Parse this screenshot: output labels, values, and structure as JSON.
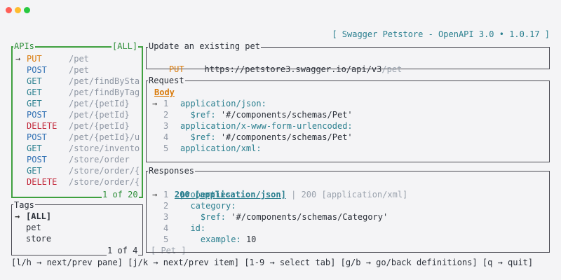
{
  "window": {
    "controls": [
      "#ff5f57",
      "#febc2e",
      "#28c840"
    ]
  },
  "header": {
    "title": "[ Swagger Petstore - OpenAPI 3.0 • 1.0.17 ]"
  },
  "apis": {
    "title": "APIs",
    "filter": "[ALL]",
    "cursor": "→",
    "items": [
      {
        "method": "PUT",
        "path": "/pet"
      },
      {
        "method": "POST",
        "path": "/pet"
      },
      {
        "method": "GET",
        "path": "/pet/findBySta"
      },
      {
        "method": "GET",
        "path": "/pet/findByTag"
      },
      {
        "method": "GET",
        "path": "/pet/{petId}"
      },
      {
        "method": "POST",
        "path": "/pet/{petId}"
      },
      {
        "method": "DELETE",
        "path": "/pet/{petId}"
      },
      {
        "method": "POST",
        "path": "/pet/{petId}/u"
      },
      {
        "method": "GET",
        "path": "/store/invento"
      },
      {
        "method": "POST",
        "path": "/store/order"
      },
      {
        "method": "GET",
        "path": "/store/order/{"
      },
      {
        "method": "DELETE",
        "path": "/store/order/{"
      }
    ],
    "pager": "1 of 20"
  },
  "tags": {
    "title": "Tags",
    "cursor": "→",
    "items": [
      "[ALL]",
      "pet",
      "store"
    ],
    "pager": "1 of 4",
    "extra": "[ Pet ]"
  },
  "endpoint": {
    "title": "Update an existing pet",
    "method": "PUT",
    "url_base": "https://petstore3.swagger.io/api/v3",
    "url_path": "/pet"
  },
  "request": {
    "title": "Request",
    "tab": "Body",
    "cursor": "→",
    "lines": [
      {
        "num": "1",
        "indent": "",
        "key": "application/json:",
        "value": ""
      },
      {
        "num": "2",
        "indent": "  ",
        "key": "$ref:",
        "value": "'#/components/schemas/Pet'"
      },
      {
        "num": "3",
        "indent": "",
        "key": "application/x-www-form-urlencoded:",
        "value": ""
      },
      {
        "num": "4",
        "indent": "  ",
        "key": "$ref:",
        "value": "'#/components/schemas/Pet'"
      },
      {
        "num": "5",
        "indent": "",
        "key": "application/xml:",
        "value": ""
      }
    ]
  },
  "responses": {
    "title": "Responses",
    "tab_active": "200 [application/json]",
    "separator": "|",
    "tab_other": "200 [application/xml]",
    "cursor": "→",
    "lines": [
      {
        "num": "1",
        "indent": "",
        "key": "properties:",
        "value": ""
      },
      {
        "num": "2",
        "indent": "  ",
        "key": "category:",
        "value": ""
      },
      {
        "num": "3",
        "indent": "    ",
        "key": "$ref:",
        "value": "'#/components/schemas/Category'"
      },
      {
        "num": "4",
        "indent": "  ",
        "key": "id:",
        "value": ""
      },
      {
        "num": "5",
        "indent": "    ",
        "key": "example:",
        "value": "10"
      }
    ]
  },
  "footer": {
    "help": "[l/h → next/prev pane] [j/k → next/prev item] [1-9 → select tab] [g/b → go/back definitions] [q → quit]"
  }
}
